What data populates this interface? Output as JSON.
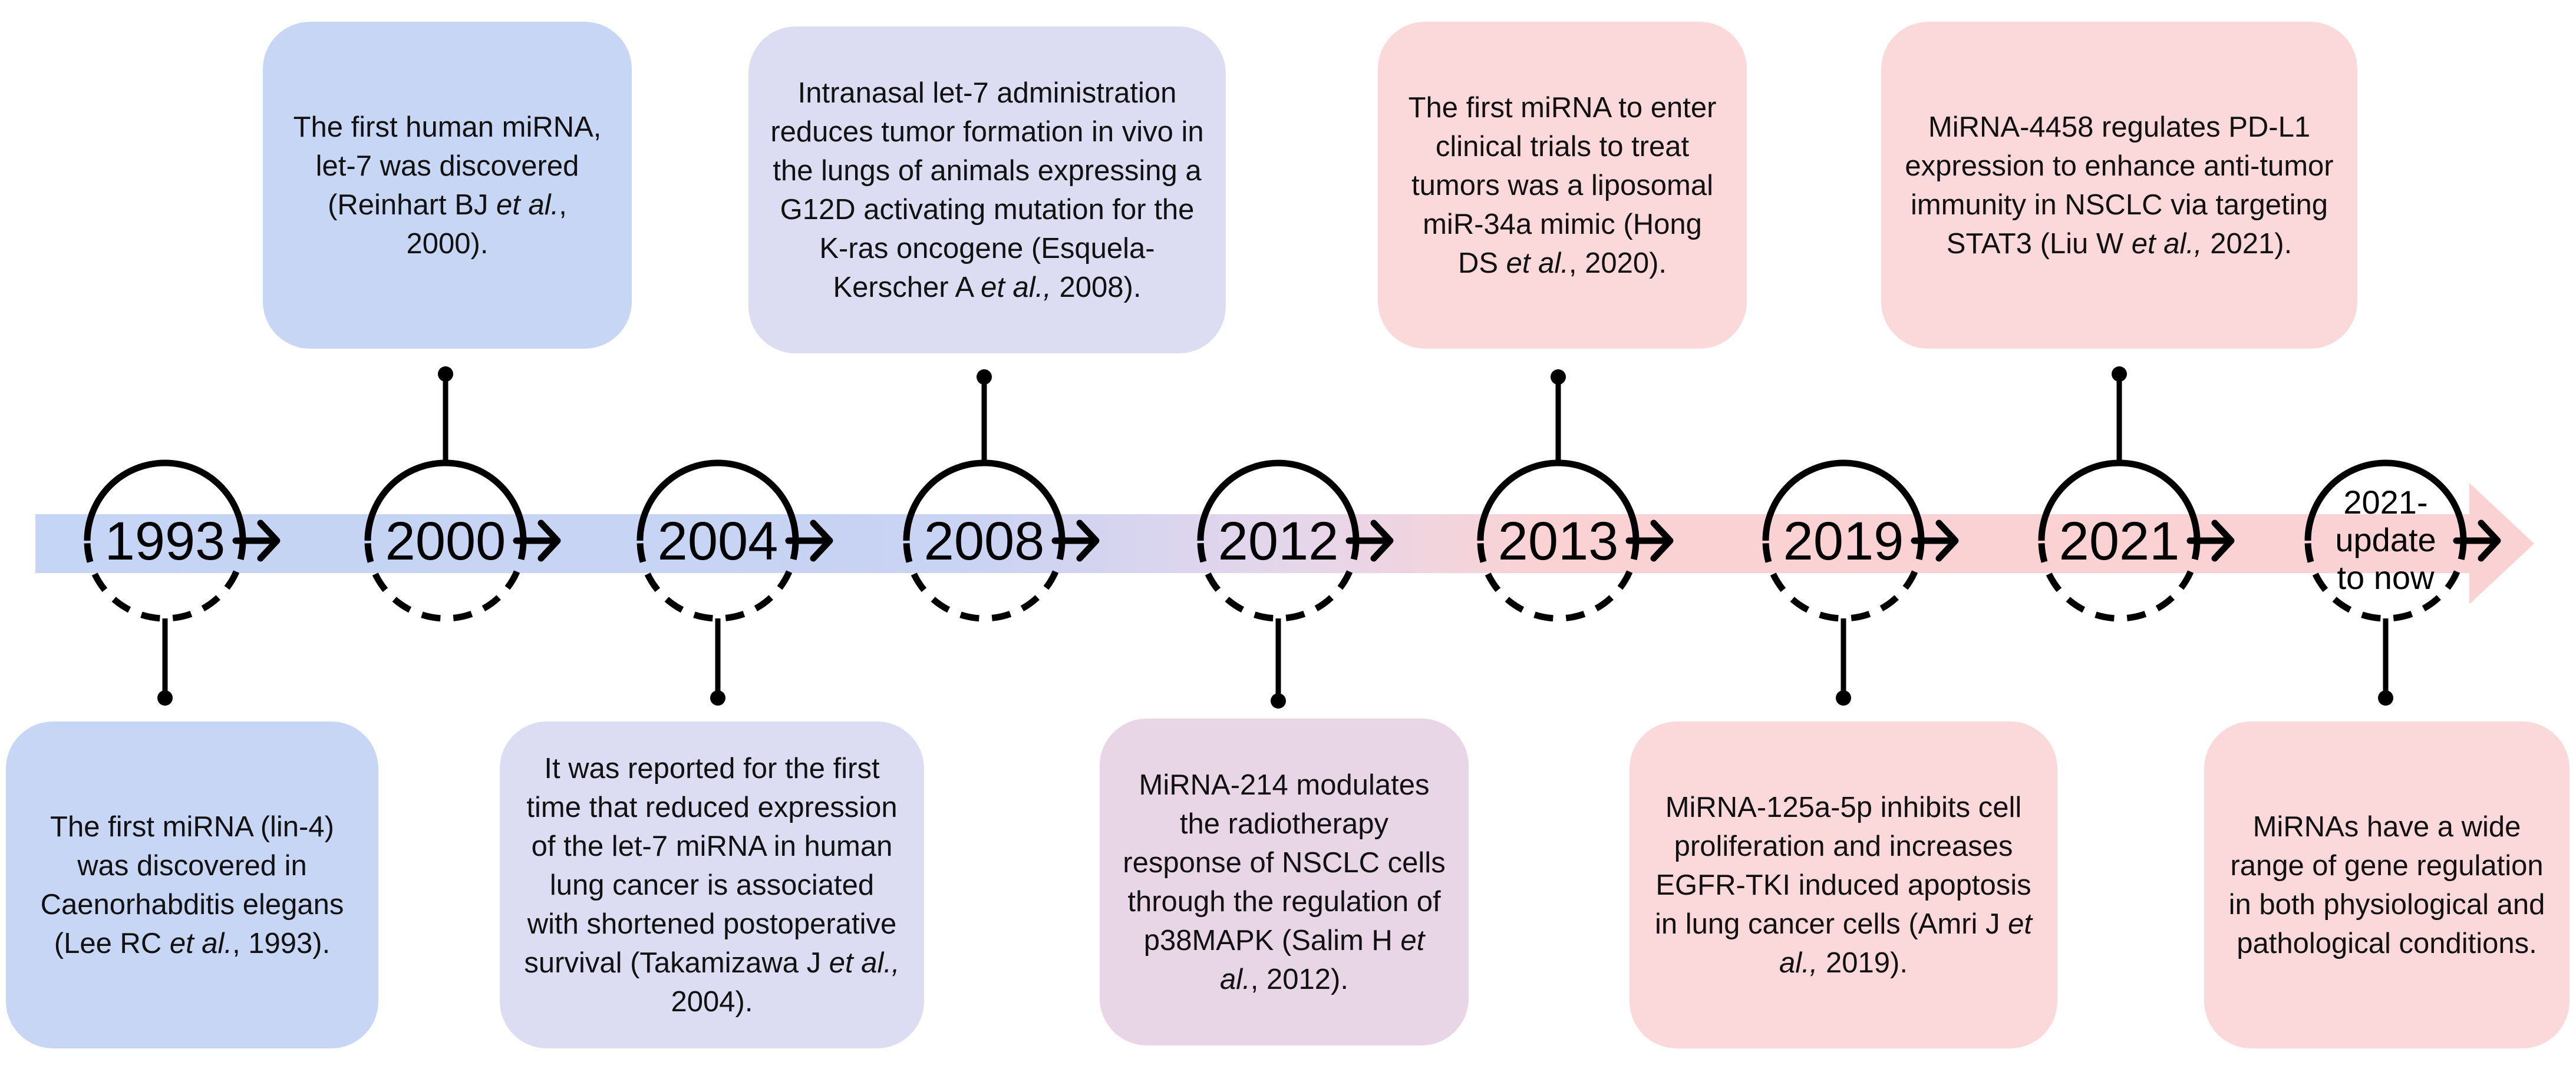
{
  "colors": {
    "blue_card": "#c8d6f5",
    "lavender_card": "#dcdcf2",
    "mauve_card": "#e8d6e6",
    "pink_card": "#fbd9da",
    "arrow_blue": "#c5d5f5",
    "arrow_pink": "#fbd2d3",
    "outline": "#000000"
  },
  "milestones": [
    {
      "year": "1993",
      "above": null,
      "below": {
        "text": "The first miRNA (lin-4) was discovered in Caenorhabditis elegans (Lee RC ",
        "italic": "et al.",
        "tail": ", 1993)."
      }
    },
    {
      "year": "2000",
      "above": {
        "text": "The first human miRNA, let-7 was discovered (Reinhart BJ ",
        "italic": "et al.",
        "tail": ", 2000)."
      },
      "below": null
    },
    {
      "year": "2004",
      "above": null,
      "below": {
        "text": "It was reported for the first time that reduced expression of the let-7 miRNA in human lung cancer is associated with shortened postoperative survival (Takamizawa J ",
        "italic": "et al.,",
        "tail": " 2004)."
      }
    },
    {
      "year": "2008",
      "above": {
        "text": "Intranasal let-7 administration reduces tumor formation in vivo in the lungs of animals expressing a G12D activating mutation for the K-ras oncogene (Esquela-Kerscher A ",
        "italic": "et al.,",
        "tail": " 2008)."
      },
      "below": null
    },
    {
      "year": "2012",
      "above": null,
      "below": {
        "text": "MiRNA-214 modulates the radiotherapy response of NSCLC cells through the regulation of p38MAPK (Salim H ",
        "italic": "et al.",
        "tail": ", 2012)."
      }
    },
    {
      "year": "2013",
      "above": {
        "text": "The first miRNA to enter clinical trials to treat tumors was a liposomal miR-34a mimic (Hong DS ",
        "italic": "et al.",
        "tail": ", 2020)."
      },
      "below": null
    },
    {
      "year": "2019",
      "above": null,
      "below": {
        "text": "MiRNA-125a-5p inhibits cell proliferation and increases EGFR-TKI induced apoptosis in lung cancer cells (Amri J ",
        "italic": "et al.,",
        "tail": " 2019)."
      }
    },
    {
      "year": "2021",
      "above": {
        "text": "MiRNA-4458 regulates PD-L1 expression to enhance anti-tumor immunity in NSCLC via targeting STAT3 (Liu W ",
        "italic": "et al.,",
        "tail": " 2021)."
      },
      "below": null
    },
    {
      "year_lines": [
        "2021-",
        "update",
        "to now"
      ],
      "above": null,
      "below": {
        "text": "MiRNAs have a wide range of gene regulation in both physiological and pathological conditions.",
        "italic": "",
        "tail": ""
      }
    }
  ]
}
